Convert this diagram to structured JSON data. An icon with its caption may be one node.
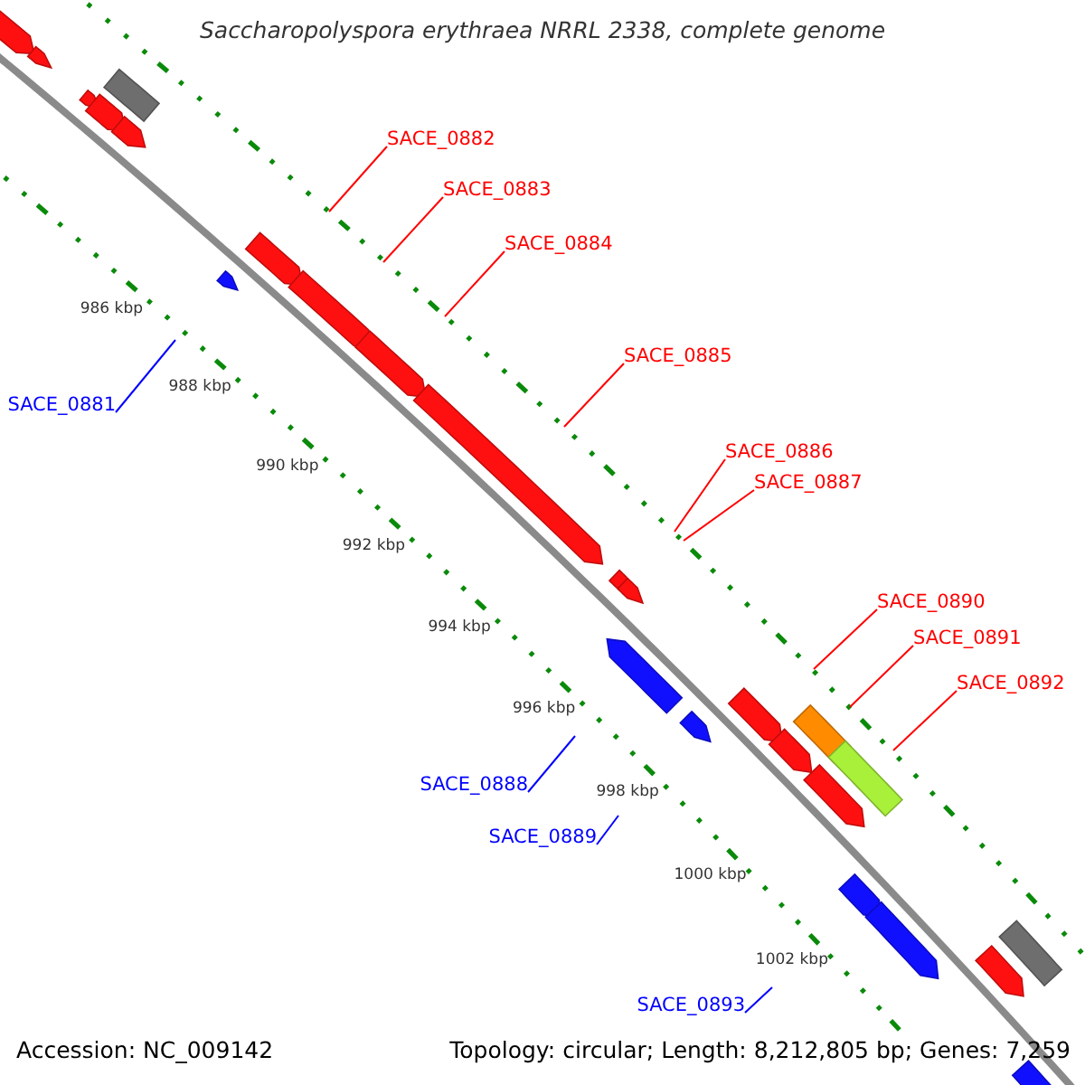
{
  "diagram": {
    "title": "Saccharopolyspora erythraea NRRL 2338, complete genome",
    "nodes": [
      {
        "text": [
          "SACE_0882"
        ]
      },
      {
        "text": [
          "SACE_0883"
        ]
      },
      {
        "text": [
          "SACE_0884"
        ]
      },
      {
        "text": [
          "SACE_0885"
        ]
      },
      {
        "text": [
          "SACE_0881"
        ]
      },
      {
        "text": [
          "SACE_0886"
        ]
      },
      {
        "text": [
          "SACE_0887"
        ]
      },
      {
        "text": [
          "SACE_0890"
        ]
      },
      {
        "text": [
          "SACE_0891"
        ]
      },
      {
        "text": [
          "SACE_0892"
        ]
      },
      {
        "text": [
          "SACE_0888"
        ]
      },
      {
        "text": [
          "SACE_0889"
        ]
      },
      {
        "text": [
          "SACE_0893"
        ]
      }
    ],
    "edges": [
      {
        "from": 0,
        "to": null,
        "arrow": "none"
      },
      {
        "from": 1,
        "to": null,
        "arrow": "none"
      },
      {
        "from": 2,
        "to": null,
        "arrow": "none"
      },
      {
        "from": 3,
        "to": null,
        "arrow": "none"
      },
      {
        "from": 4,
        "to": null,
        "arrow": "none",
        "color": "#0000ff"
      },
      {
        "from": 5,
        "to": null,
        "arrow": "none"
      },
      {
        "from": 6,
        "to": null,
        "arrow": "none"
      },
      {
        "from": 7,
        "to": null,
        "arrow": "none"
      },
      {
        "from": 8,
        "to": null,
        "arrow": "none"
      },
      {
        "from": 9,
        "to": null,
        "arrow": "none"
      },
      {
        "from": 10,
        "to": null,
        "arrow": "none",
        "color": "#0000ff"
      },
      {
        "from": 11,
        "to": null,
        "arrow": "none",
        "color": "#0000ff"
      },
      {
        "from": 12,
        "to": null,
        "arrow": "none",
        "color": "#0000ff"
      }
    ],
    "labels": [
      "986 kbp",
      "988 kbp",
      "990 kbp",
      "992 kbp",
      "994 kbp",
      "996 kbp",
      "998 kbp",
      "1000 kbp",
      "1002 kbp",
      "Accession: NC_009142",
      "Topology: circular; Length: 8,212,805 bp; Genes: 7,259"
    ]
  }
}
